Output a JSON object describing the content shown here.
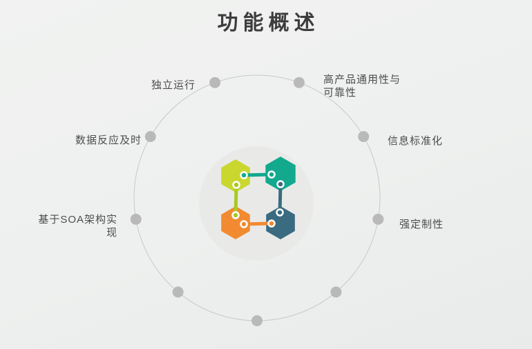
{
  "title": "功能概述",
  "diagram": {
    "center_icon": "hexagon-network-icon",
    "colors": {
      "lime": "#c9d72f",
      "lime_connector": "#a9ca22",
      "teal": "#12a98e",
      "orange": "#f28a31",
      "slate": "#3a6b80",
      "node_gray": "#b9b9b9",
      "ring_gray": "#c7c8c7",
      "inner_circle": "#e9eae8",
      "connector_ring": "#ffffff"
    },
    "labels": [
      {
        "id": "independent-operation",
        "text": "独立运行"
      },
      {
        "id": "product-versatility",
        "text": "高产品通用性与\n可靠性"
      },
      {
        "id": "timely-data-response",
        "text": "数据反应及时"
      },
      {
        "id": "information-standardization",
        "text": "信息标准化"
      },
      {
        "id": "soa-architecture",
        "text": "基于SOA架构实\n现"
      },
      {
        "id": "strong-customization",
        "text": "强定制性"
      }
    ]
  }
}
